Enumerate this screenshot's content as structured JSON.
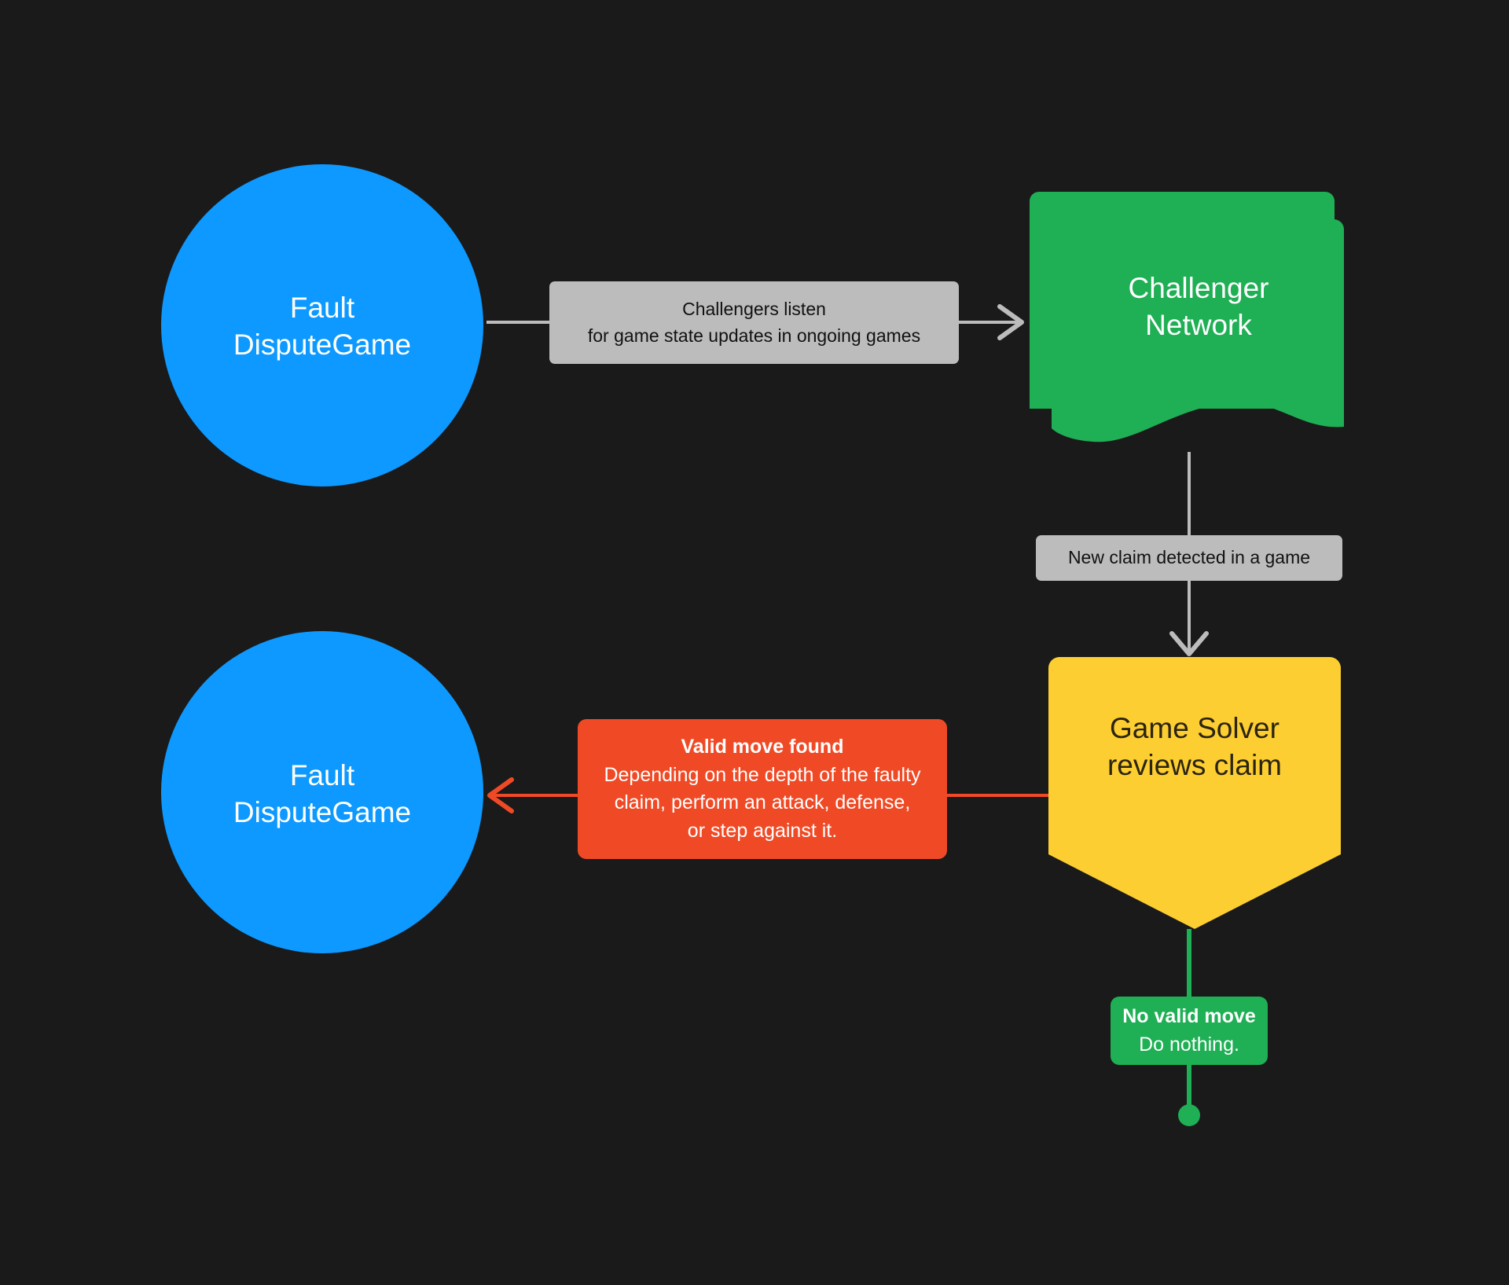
{
  "diagram": {
    "background_color": "#1a1a1a",
    "nodes": [
      {
        "id": "fault-dispute-game-top",
        "shape": "circle",
        "color": "#0d99ff",
        "text_color": "#ffffff",
        "line1": "Fault",
        "line2": "DisputeGame"
      },
      {
        "id": "challenger-network",
        "shape": "multiple-documents",
        "color": "#1faf54",
        "text_color": "#ffffff",
        "line1": "Challenger",
        "line2": "Network"
      },
      {
        "id": "game-solver",
        "shape": "banner-down",
        "color": "#fdce32",
        "text_color": "#2b2410",
        "line1": "Game Solver",
        "line2": "reviews claim"
      },
      {
        "id": "fault-dispute-game-bottom",
        "shape": "circle",
        "color": "#0d99ff",
        "text_color": "#ffffff",
        "line1": "Fault",
        "line2": "DisputeGame"
      }
    ],
    "edges": [
      {
        "id": "edge-listen",
        "from": "fault-dispute-game-top",
        "to": "challenger-network",
        "color": "#bcbcbc",
        "label_style": "gray",
        "label_line1": "Challengers listen",
        "label_line2": "for game state updates in ongoing games"
      },
      {
        "id": "edge-new-claim",
        "from": "challenger-network",
        "to": "game-solver",
        "color": "#bcbcbc",
        "label_style": "gray",
        "label_line1": "New claim detected in a game"
      },
      {
        "id": "edge-valid-move",
        "from": "game-solver",
        "to": "fault-dispute-game-bottom",
        "color": "#ef4a25",
        "label_style": "red",
        "label_title": "Valid move found",
        "label_line1": "Depending on the depth of the faulty",
        "label_line2": "claim, perform an attack, defense,",
        "label_line3": "or step against it."
      },
      {
        "id": "edge-no-valid-move",
        "from": "game-solver",
        "to": "terminator-dot",
        "color": "#1faf54",
        "label_style": "green",
        "label_title": "No valid move",
        "label_line1": "Do nothing."
      }
    ],
    "terminator": {
      "id": "terminator-dot",
      "color": "#1faf54"
    }
  }
}
